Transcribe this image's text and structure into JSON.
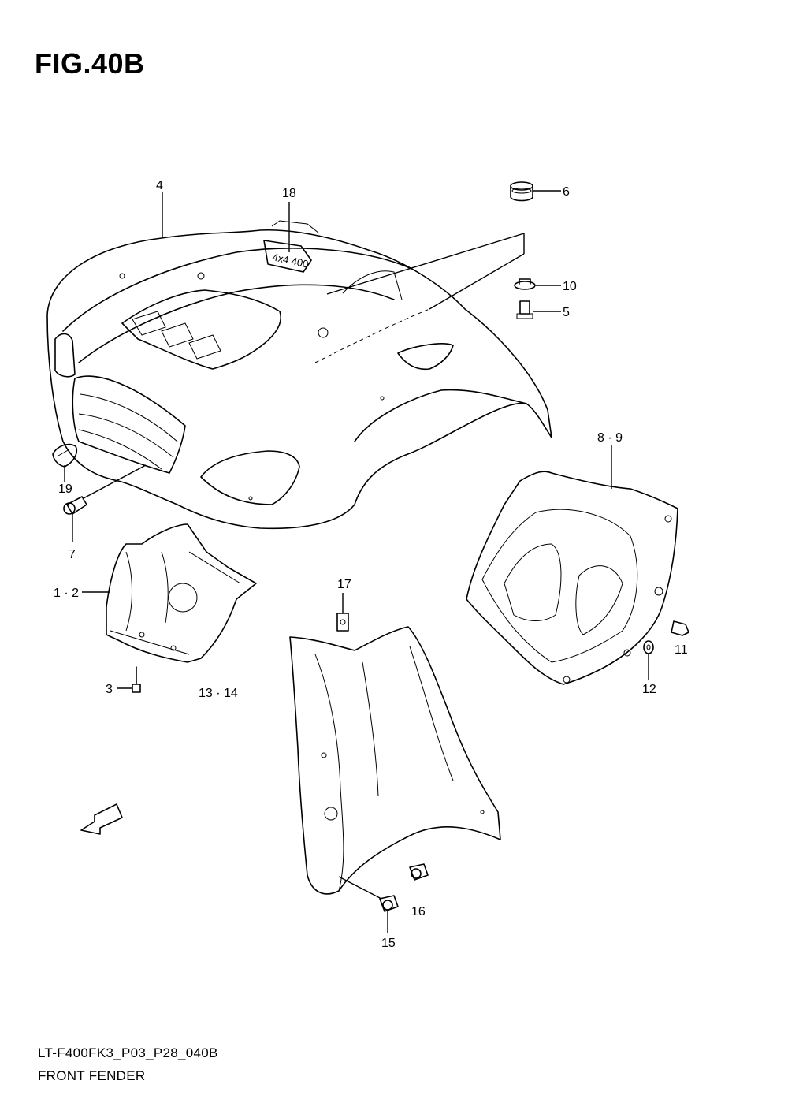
{
  "figure": {
    "title": "FIG.40B"
  },
  "callouts": {
    "c4": "4",
    "c18": "18",
    "c6": "6",
    "c10": "10",
    "c5": "5",
    "c19": "19",
    "c7": "7",
    "c8_9": "8 · 9",
    "c1_2": "1 · 2",
    "c17": "17",
    "c11": "11",
    "c12": "12",
    "c3": "3",
    "c13_14": "13 · 14",
    "c16": "16",
    "c15": "15"
  },
  "badges": {
    "fwd": "FWD",
    "emblem": "4x4 400"
  },
  "footer": {
    "code": "LT-F400FK3_P03_P28_040B",
    "name": "FRONT FENDER"
  }
}
